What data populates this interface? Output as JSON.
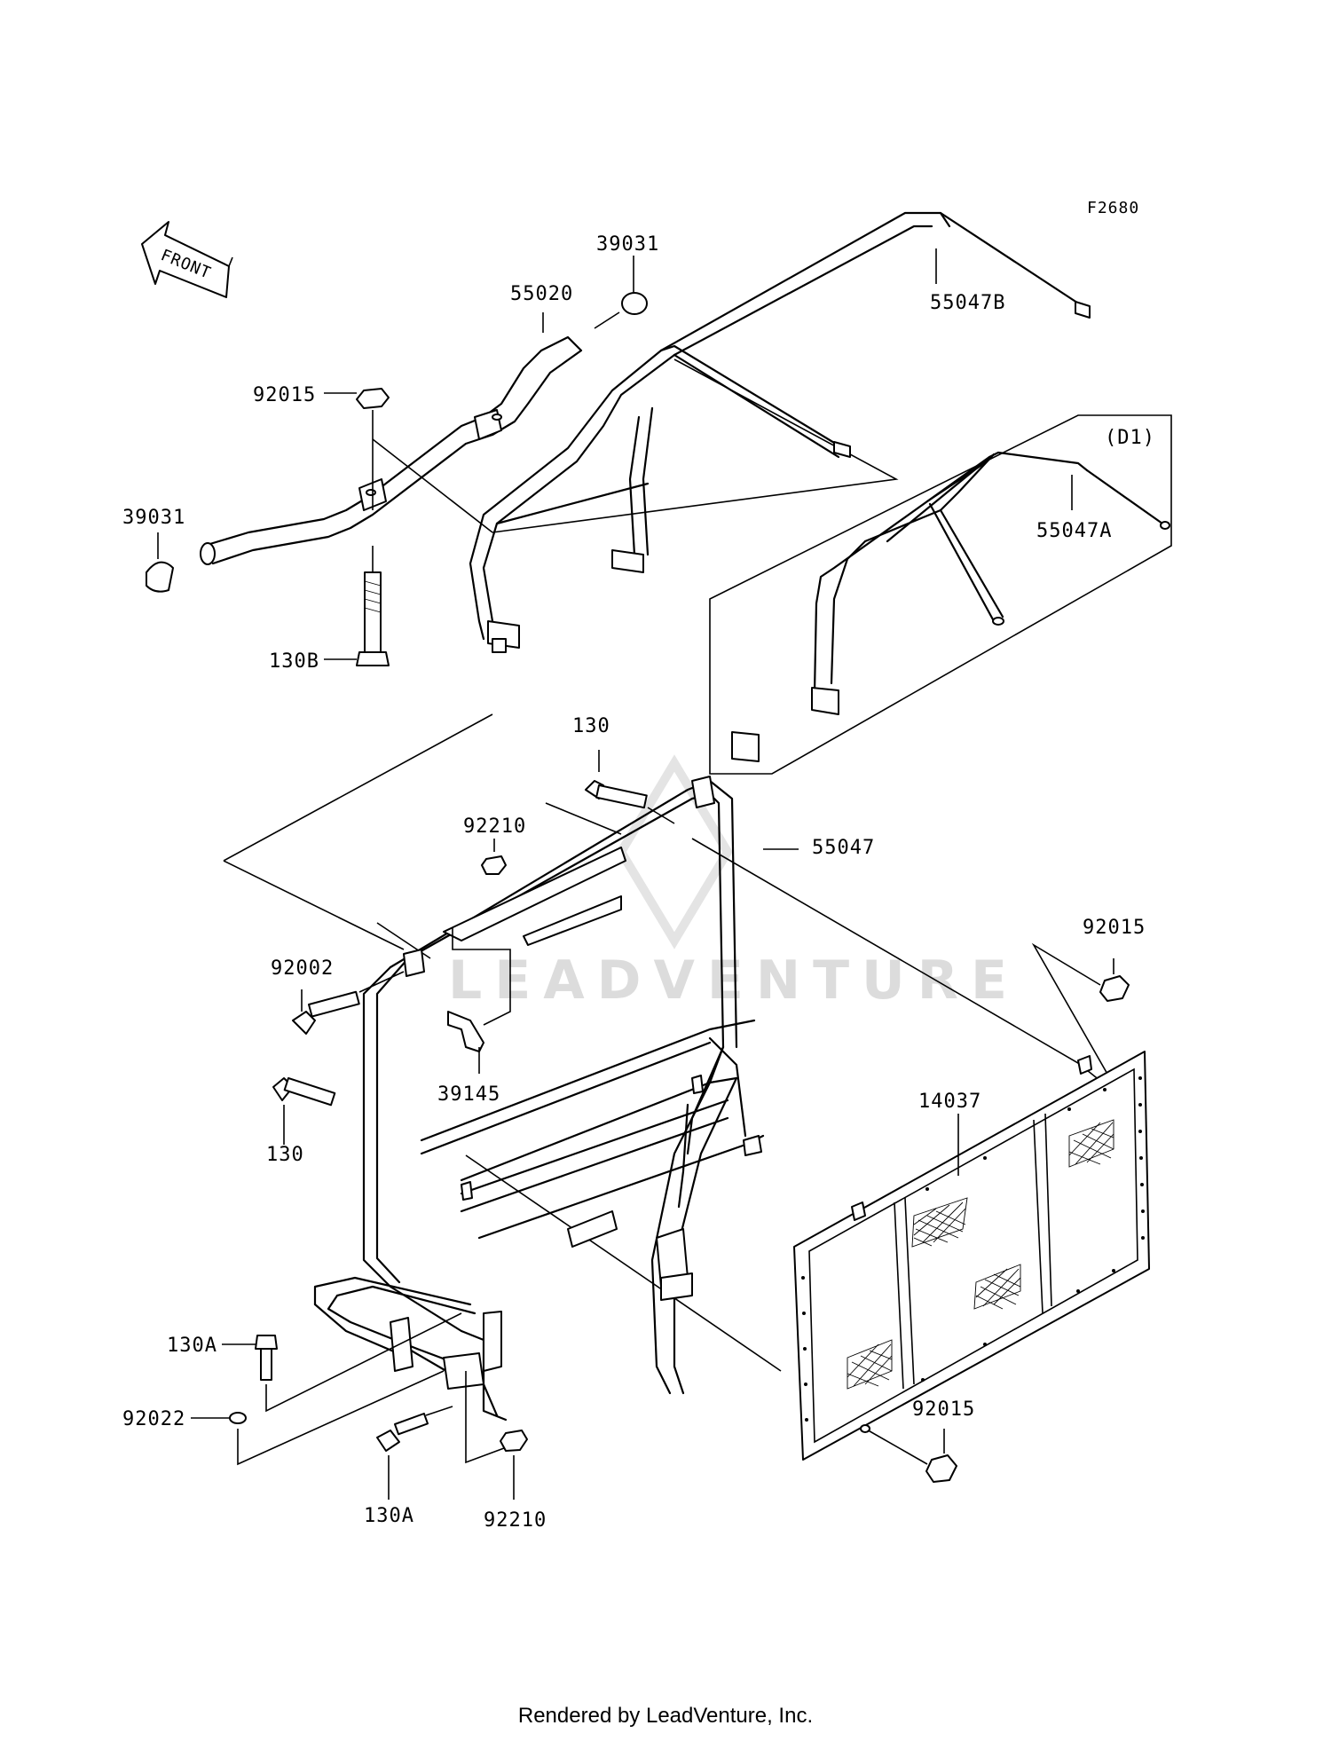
{
  "figure_code": "F2680",
  "front_label": "FRONT",
  "variant_label": "(D1)",
  "watermark": "LEADVENTURE",
  "footer": "Rendered by LeadVenture, Inc.",
  "callouts": [
    {
      "id": "39031-top",
      "text": "39031"
    },
    {
      "id": "55020",
      "text": "55020"
    },
    {
      "id": "55047B",
      "text": "55047B"
    },
    {
      "id": "92015-top",
      "text": "92015"
    },
    {
      "id": "39031-left",
      "text": "39031"
    },
    {
      "id": "130B",
      "text": "130B"
    },
    {
      "id": "55047A",
      "text": "55047A"
    },
    {
      "id": "130-top",
      "text": "130"
    },
    {
      "id": "92210-top",
      "text": "92210"
    },
    {
      "id": "55047",
      "text": "55047"
    },
    {
      "id": "92002",
      "text": "92002"
    },
    {
      "id": "39145",
      "text": "39145"
    },
    {
      "id": "130-left",
      "text": "130"
    },
    {
      "id": "92015-right",
      "text": "92015"
    },
    {
      "id": "14037",
      "text": "14037"
    },
    {
      "id": "130A-left",
      "text": "130A"
    },
    {
      "id": "92022",
      "text": "92022"
    },
    {
      "id": "130A-bottom",
      "text": "130A"
    },
    {
      "id": "92210-bottom",
      "text": "92210"
    },
    {
      "id": "92015-bottom",
      "text": "92015"
    }
  ]
}
